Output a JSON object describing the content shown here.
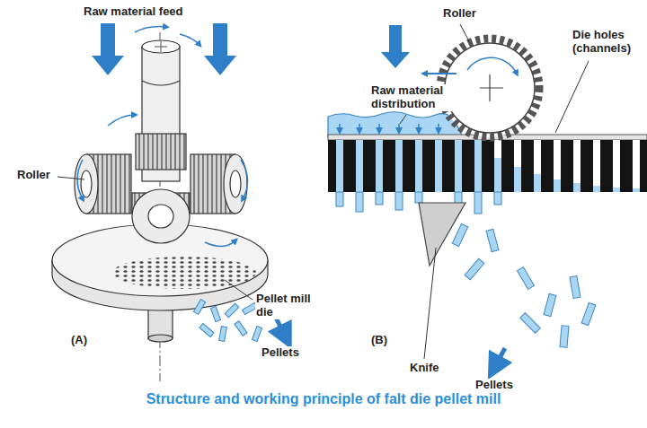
{
  "diagram": {
    "caption": "Structure and working principle of falt die pellet mill",
    "labels": [
      "Raw material feed",
      "Roller",
      "Pellet mill die",
      "Pellets",
      "(A)",
      "Roller",
      "Die holes (channels)",
      "Raw material distribution",
      "Knife",
      "Pellets",
      "(B)"
    ]
  }
}
